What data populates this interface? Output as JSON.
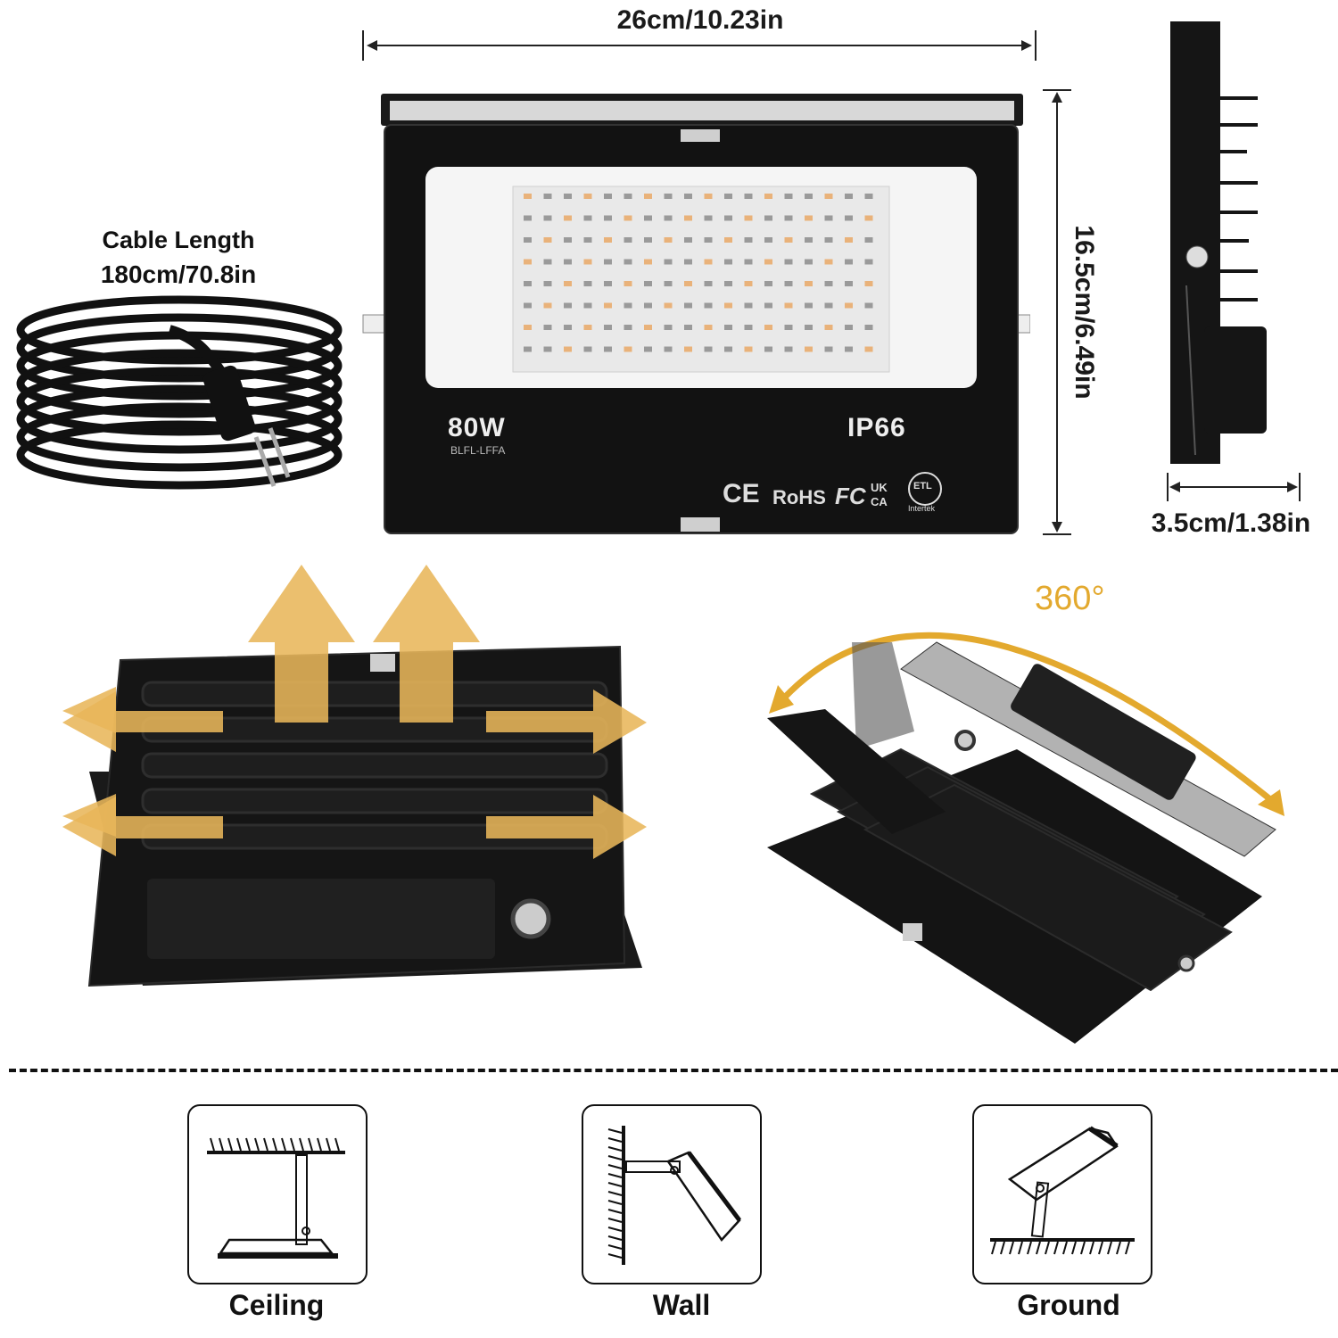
{
  "dimensions": {
    "width": "26cm/10.23in",
    "height": "16.5cm/6.49in",
    "depth": "3.5cm/1.38in"
  },
  "cable": {
    "title": "Cable Length",
    "length": "180cm/70.8in"
  },
  "light": {
    "power": "80W",
    "model": "BLFL-LFFA",
    "rating": "IP66",
    "certs": {
      "ce": "CE",
      "rohs": "RoHS",
      "fc": "FC",
      "ukca_top": "UK",
      "ukca_bottom": "CA",
      "etl": "ETL",
      "intertek": "Intertek"
    }
  },
  "rotation": {
    "label": "360°"
  },
  "mounts": [
    {
      "label": "Ceiling"
    },
    {
      "label": "Wall"
    },
    {
      "label": "Ground"
    }
  ],
  "colors": {
    "accent": "#E3A92E",
    "arrow": "#E8B65A",
    "body": "#111111"
  }
}
